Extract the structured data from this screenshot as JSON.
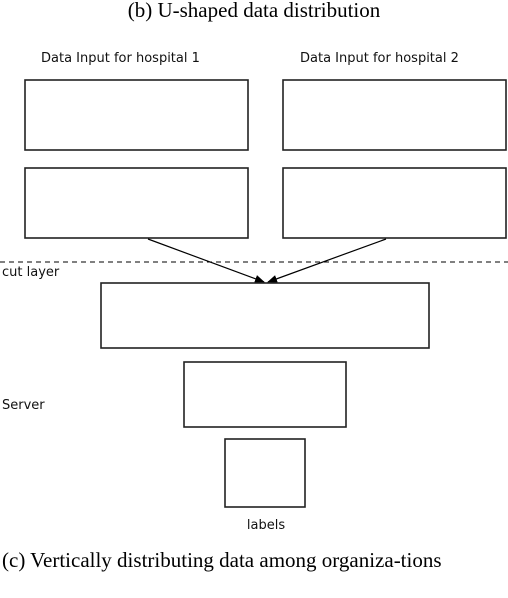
{
  "captions": {
    "top": "(b) U-shaped data distribution",
    "bottom": "(c) Vertically distributing data among organiza-tions"
  },
  "diagram": {
    "hospital_1_label": "Data Input for hospital 1",
    "hospital_2_label": "Data Input for hospital 2",
    "cut_layer_label": "cut layer",
    "server_label": "Server",
    "labels_label": "labels"
  },
  "colors": {
    "stroke": "#000000",
    "box_border": "#222222",
    "background": "#ffffff"
  }
}
